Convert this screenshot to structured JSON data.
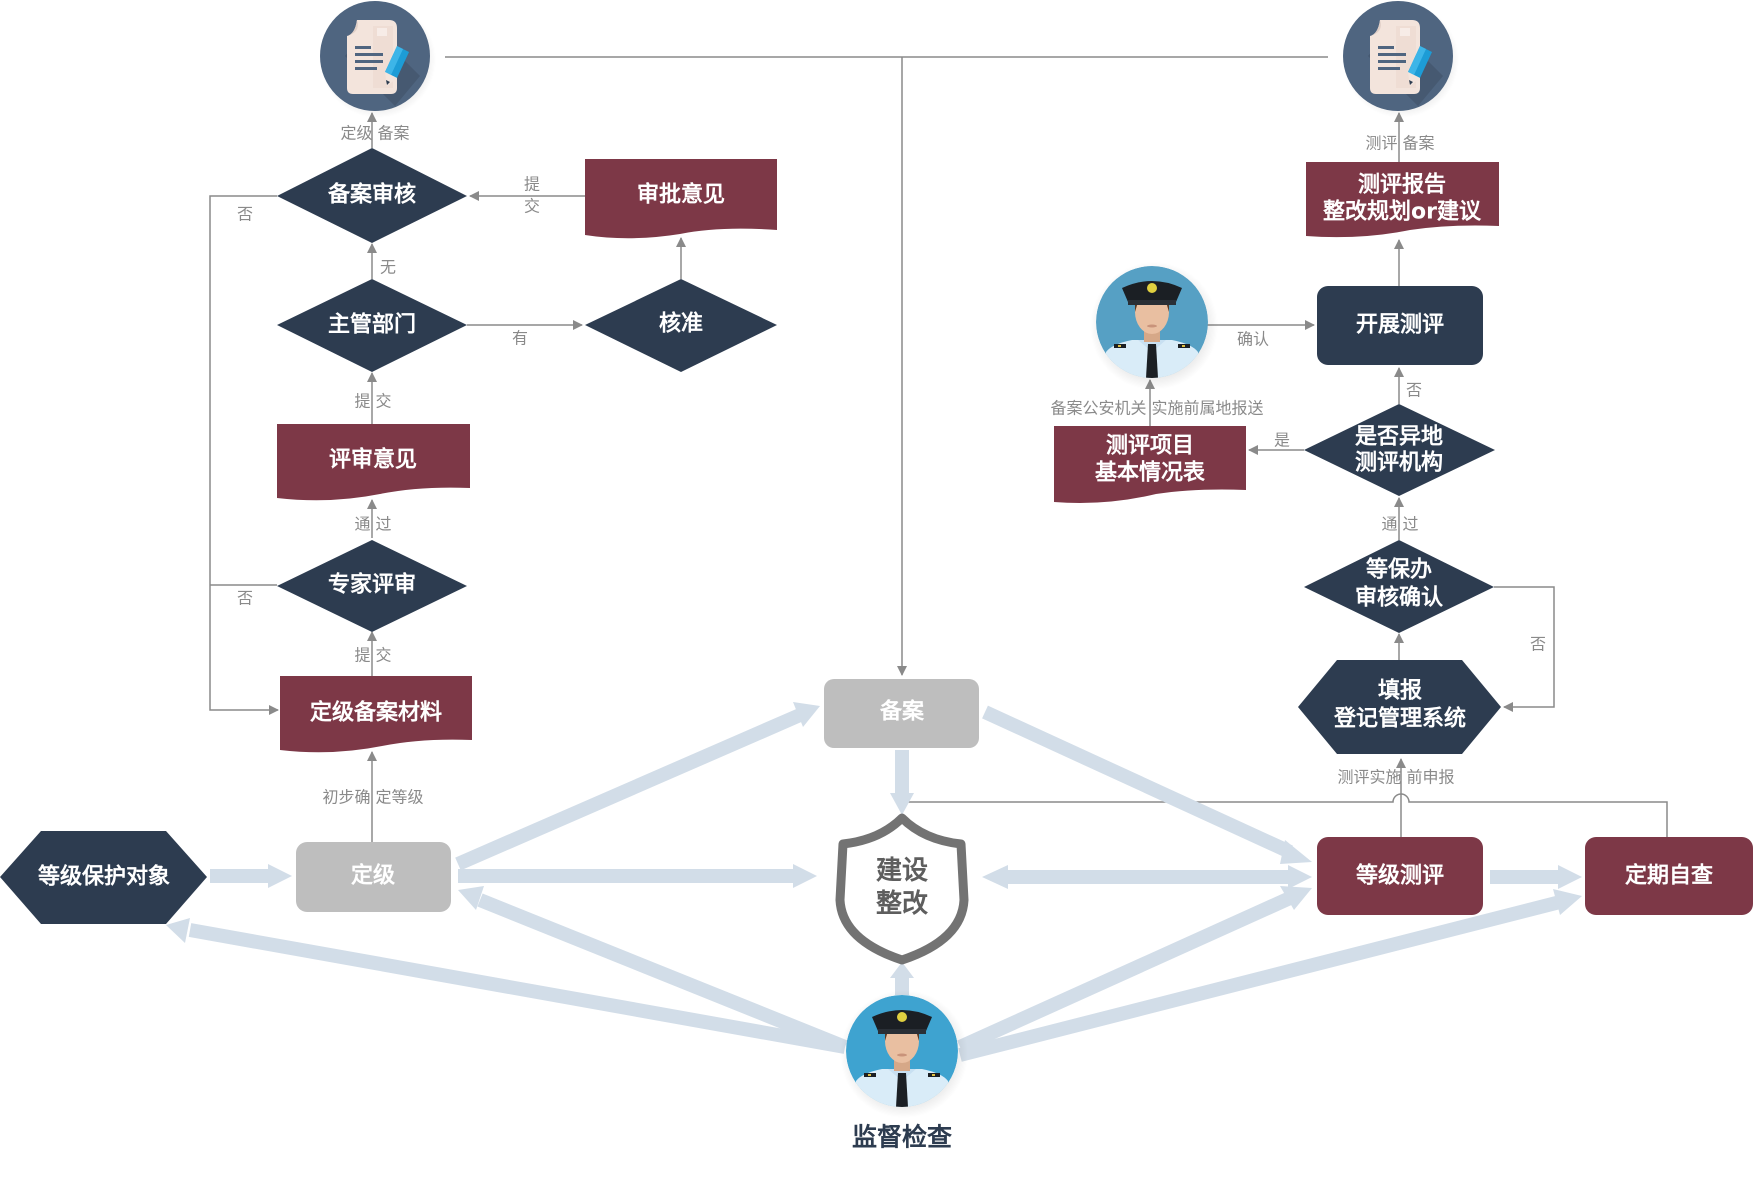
{
  "colors": {
    "navy": "#2d3c50",
    "maroon": "#7d3847",
    "gray_box": "#bebebe",
    "connector": "#8a8a8a",
    "flow_arrow": "#d2dde8",
    "shield": "#737373",
    "doc_circle": "#4f6580",
    "officer_bg": "#3ea3d0",
    "officer_bg2": "#56a0c4"
  },
  "nodes": {
    "doc_left": {
      "icon": "document-edit-icon"
    },
    "doc_right": {
      "icon": "document-edit-icon"
    },
    "beian_shenhe": {
      "label": "备案审核"
    },
    "shenpi_yijian": {
      "label": "审批意见"
    },
    "zhuguan_bumen": {
      "label": "主管部门"
    },
    "hezhun": {
      "label": "核准"
    },
    "pingshen_yijian": {
      "label": "评审意见"
    },
    "zhuanjia_pingshen": {
      "label": "专家评审"
    },
    "dingji_cailiao": {
      "label": "定级备案材料"
    },
    "baohu_duixiang": {
      "label": "等级保护对象"
    },
    "dingji": {
      "label": "定级"
    },
    "beian": {
      "label": "备案"
    },
    "jianshe_zhenggai": {
      "line1": "建设",
      "line2": "整改"
    },
    "jiandu_jiancha": {
      "label": "监督检查",
      "icon": "police-officer-icon"
    },
    "dengji_cePing": {
      "label": "等级测评"
    },
    "dingqi_zicha": {
      "label": "定期自查"
    },
    "report": {
      "line1": "测评报告",
      "line2": "整改规划or建议"
    },
    "kaizhan_ceping": {
      "label": "开展测评"
    },
    "officer2": {
      "icon": "police-officer-icon"
    },
    "xiangmu_biao": {
      "line1": "测评项目",
      "line2": "基本情况表"
    },
    "yidi": {
      "line1": "是否异地",
      "line2": "测评机构"
    },
    "dengbaoban": {
      "line1": "等保办",
      "line2": "审核确认"
    },
    "tianbao": {
      "line1": "填报",
      "line2": "登记管理系统"
    }
  },
  "edge_labels": {
    "dingji_beian": "定级 备案",
    "tijiao_v1": "提",
    "tijiao_v2": "交",
    "fou_top": "否",
    "wu": "无",
    "you": "有",
    "tijiao_a": "提 交",
    "tongguo_a": "通 过",
    "fou_mid": "否",
    "tijiao_b": "提 交",
    "chubu": "初步确 定等级",
    "ceping_beian": "测评 备案",
    "queren": "确认",
    "fou_r1": "否",
    "baosong": "备案公安机关 实施前属地报送",
    "shi": "是",
    "tongguo_b": "通 过",
    "fou_r2": "否",
    "shenbao": "测评实施 前申报"
  }
}
